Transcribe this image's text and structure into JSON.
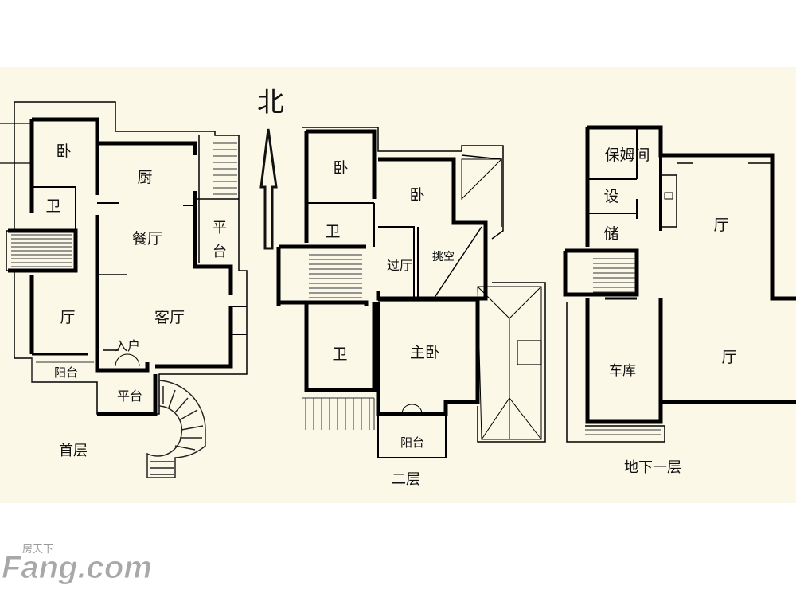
{
  "compass": {
    "label": "北"
  },
  "plans": {
    "first": {
      "caption": "首层",
      "rooms": {
        "bedroom": "卧",
        "bath": "卫",
        "kitchen": "厨",
        "dining": "餐厅",
        "terrace_e": "平台",
        "hall": "厅",
        "living": "客厅",
        "entry": "入户",
        "balcony": "阳台",
        "terrace_s": "平台"
      }
    },
    "second": {
      "caption": "二层",
      "rooms": {
        "bedroom_nw": "卧",
        "bedroom_ne": "卧",
        "bath_n": "卫",
        "corridor": "过厅",
        "void": "挑空",
        "bath_s": "卫",
        "master": "主卧",
        "balcony": "阳台"
      }
    },
    "basement": {
      "caption": "地下一层",
      "rooms": {
        "nanny": "保姆间",
        "equipment": "设",
        "storage": "储",
        "hall_n": "厅",
        "garage": "车库",
        "hall_s": "厅"
      }
    }
  },
  "watermark": {
    "brand": "Fang.com",
    "brand_cn": "房天下"
  },
  "colors": {
    "paper": "#fbf8e8",
    "wall": "#000000",
    "line": "#333333",
    "watermark": "#9a9a9a"
  }
}
